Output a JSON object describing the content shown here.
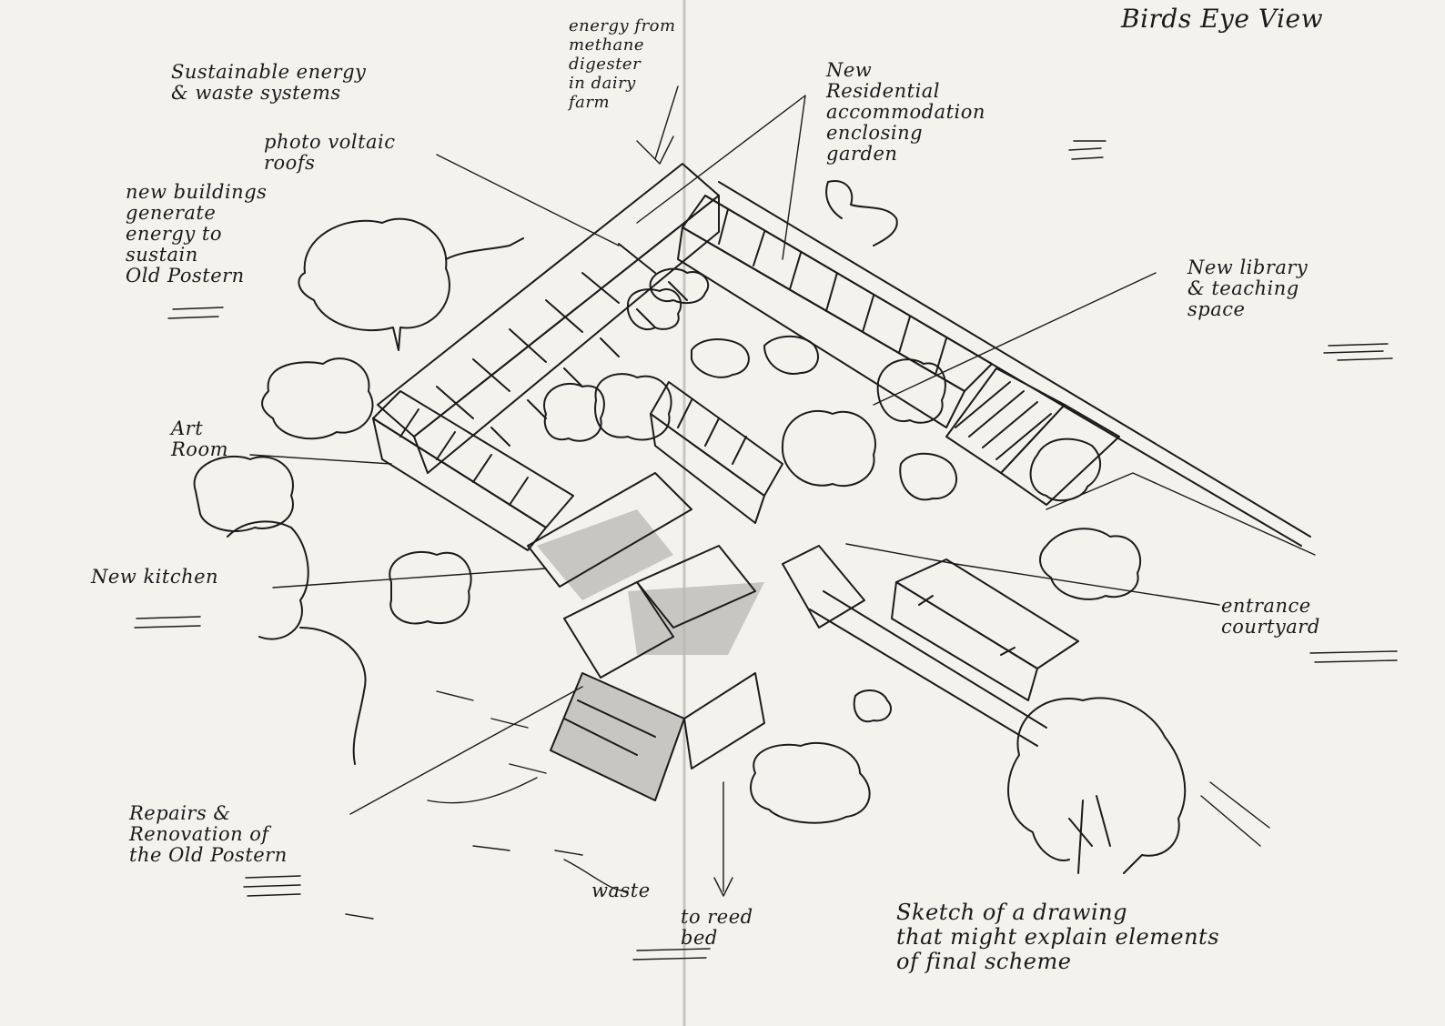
{
  "title": "Birds Eye View",
  "labels": {
    "sustainable": "Sustainable energy\n& waste systems",
    "methane": "energy from\nmethane\ndigester\nin dairy\nfarm",
    "residential": "New\nResidential\naccommodation\nenclosing\ngarden",
    "photovoltaic": "photo voltaic\nroofs",
    "new_buildings": "new buildings\ngenerate\nenergy to\nsustain\nOld Postern",
    "library": "New library\n& teaching\nspace",
    "art_room": "Art\nRoom",
    "kitchen": "New kitchen",
    "entrance": "entrance\ncourtyard",
    "repairs": "Repairs &\nRenovation of\nthe Old Postern",
    "waste": "waste",
    "reed_bed": "to reed\nbed",
    "caption": "Sketch of a drawing\nthat might explain elements\nof final scheme"
  }
}
